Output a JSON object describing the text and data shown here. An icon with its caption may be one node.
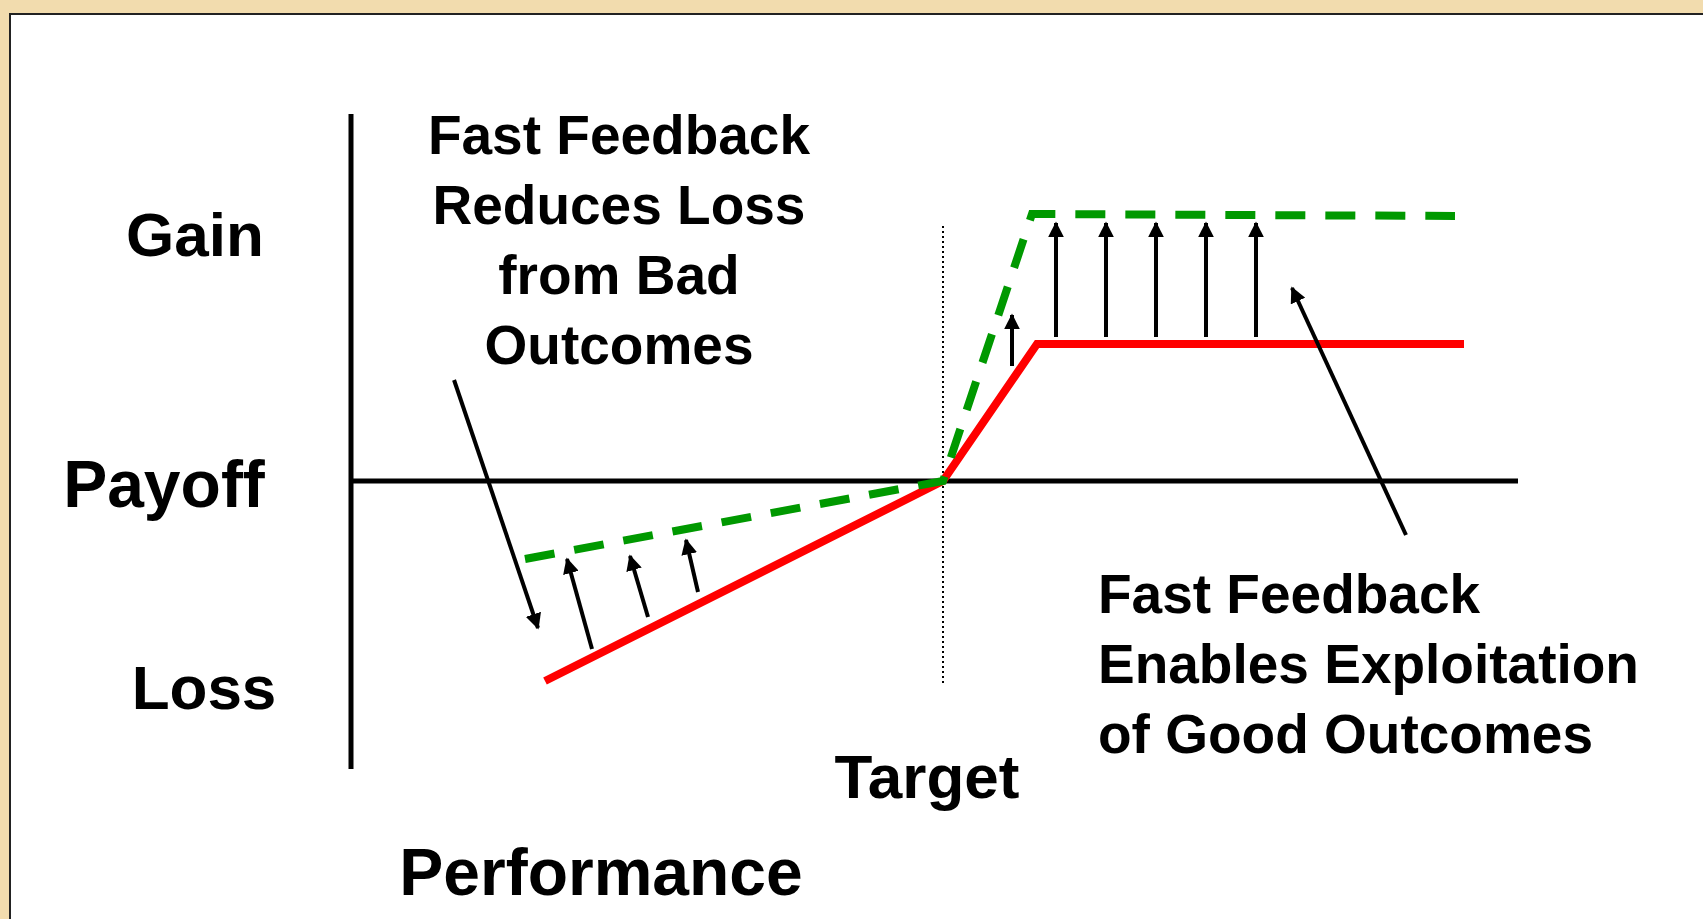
{
  "diagram": {
    "nodes": [
      {
        "text": [
          "Fast Feedback Reduces Loss from Bad Outcomes"
        ]
      },
      {
        "text": [
          "Fast Feedback Enables Exploitation of Good Outcomes"
        ]
      }
    ],
    "edges": [
      {
        "from": 0,
        "to": null,
        "arrow": "to"
      },
      {
        "from": 1,
        "to": null,
        "arrow": "to"
      }
    ],
    "labels": [
      "Gain",
      "Payoff",
      "Loss",
      "Target",
      "Performance"
    ]
  }
}
